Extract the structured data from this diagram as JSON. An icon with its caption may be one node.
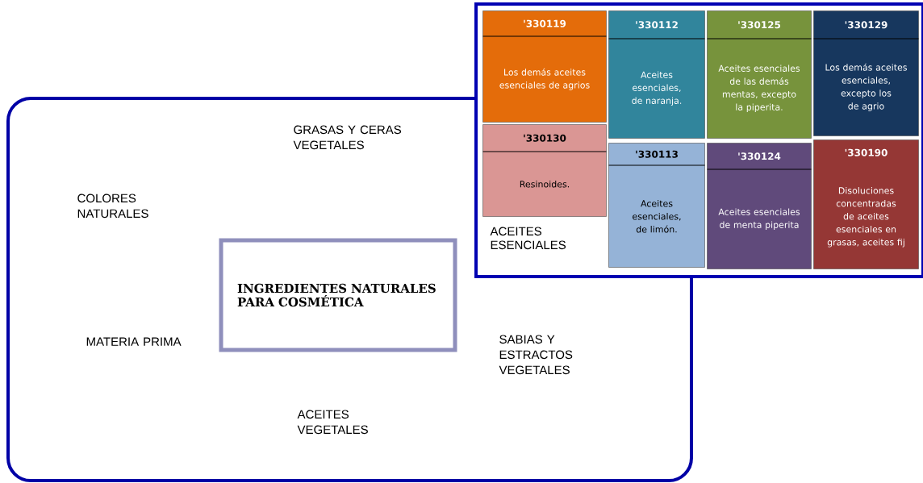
{
  "diagram": {
    "nodes": [
      {
        "text": [],
        "shape": "box"
      },
      {
        "text": [
          "INGREDIENTES NATURALES PARA COSMÉTICA"
        ],
        "in": 0
      },
      {
        "text": [
          "ACEITES ESENCIALES"
        ]
      },
      {
        "text": [
          "'330119",
          "Los demás aceites esenciales de agrios"
        ],
        "in": 2
      },
      {
        "text": [
          "'330112",
          "Aceites esenciales, de naranja."
        ],
        "in": 2
      },
      {
        "text": [
          "'330125",
          "Aceites esenciales de las demás mentas, excepto la piperita."
        ],
        "in": 2
      },
      {
        "text": [
          "'330129",
          "Los demás aceites esenciales, excepto los de agrio"
        ],
        "in": 2
      },
      {
        "text": [
          "'330130",
          "Resinoides."
        ]
      },
      {
        "text": [
          "'330113",
          "Aceites esenciales, de limón."
        ],
        "in": 2
      },
      {
        "text": [
          "'330124",
          "Aceites esenciales de menta piperita"
        ],
        "in": 2
      },
      {
        "text": [
          "'330190",
          "Disoluciones concentradas de aceites esenciales en grasas, aceites fij"
        ],
        "in": 2
      }
    ],
    "edges": [],
    "labels": [
      "GRASAS Y CERAS VEGETALES",
      "COLORES NATURALES",
      "MATERIA PRIMA",
      "SABIAS Y ESTRACTOS VEGETALES",
      "ACEITES VEGETALES"
    ]
  }
}
